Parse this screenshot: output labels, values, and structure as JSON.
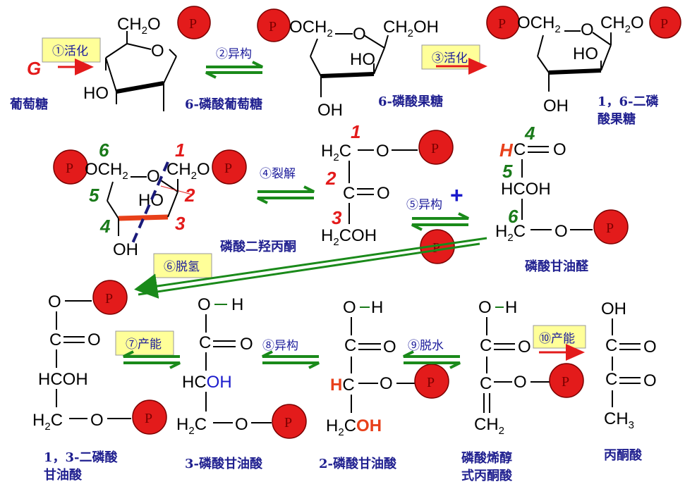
{
  "colors": {
    "phosphate": "#e31b1b",
    "step_box": "#ffff99",
    "arrow_green": "#1a8a1a",
    "arrow_red": "#e31b1b",
    "label_blue": "#1f1f8f",
    "num_red": "#e31b1b",
    "num_green": "#1a7a1a"
  },
  "phosphate_label": "P",
  "steps": {
    "s1": "①活化",
    "s2": "②异构",
    "s3": "③活化",
    "s4": "④裂解",
    "s5": "⑤异构",
    "s6": "⑥脱氢",
    "s7": "⑦产能",
    "s8": "⑧异构",
    "s9": "⑨脱水",
    "s10": "⑩产能"
  },
  "compounds": {
    "glucose": "葡萄糖",
    "g6p": "6-磷酸葡萄糖",
    "f6p": "6-磷酸果糖",
    "f16bp_line1": "1，6-二磷",
    "f16bp_line2": "酸果糖",
    "dhap": "磷酸二羟丙酮",
    "g3p": "磷酸甘油醛",
    "bpg13_line1": "1，3-二磷酸",
    "bpg13_line2": "甘油酸",
    "pg3": "3-磷酸甘油酸",
    "pg2": "2-磷酸甘油酸",
    "pep_line1": "磷酸烯醇",
    "pep_line2": "式丙酮酸",
    "pyruvate": "丙酮酸"
  },
  "atoms": {
    "G": "G",
    "HO": "HO",
    "OH": "OH",
    "O": "O",
    "C": "C",
    "H": "H",
    "H2C": "H",
    "CH2": "CH",
    "CH3": "CH",
    "HCOH": "HCOH",
    "HC": "HC",
    "COH": "COH",
    "OCH2": "OCH",
    "CH2OH": "CH",
    "sub2": "2",
    "sub3": "3",
    "plus": "+"
  },
  "carbon_numbers": [
    "1",
    "2",
    "3",
    "4",
    "5",
    "6"
  ]
}
